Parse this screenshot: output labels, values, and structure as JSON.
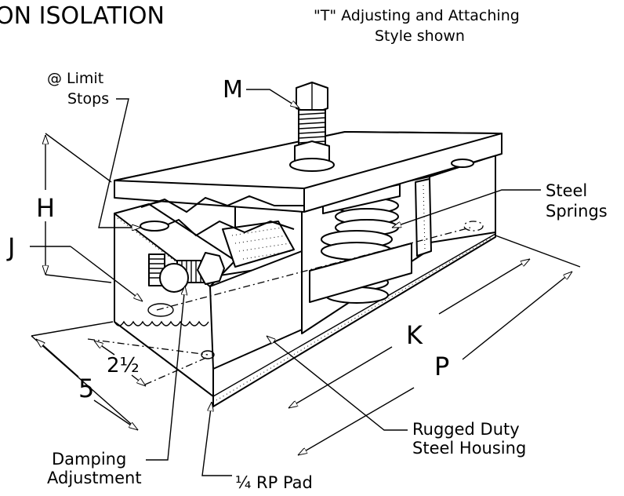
{
  "header": {
    "title": "ON ISOLATION",
    "style_note_line1": "\"T\" Adjusting and Attaching",
    "style_note_line2": "Style shown"
  },
  "callouts": {
    "limit_stops_line1": "@ Limit",
    "limit_stops_line2": "Stops",
    "bolt": "M",
    "steel_springs_line1": "Steel",
    "steel_springs_line2": "Springs",
    "housing_line1": "Rugged Duty",
    "housing_line2": "Steel Housing",
    "damping_line1": "Damping",
    "damping_line2": "Adjustment",
    "rp_pad": "¼ RP Pad"
  },
  "dimensions": {
    "height": "H",
    "j": "J",
    "k": "K",
    "p": "P",
    "width": "5",
    "hole_spacing": "2½"
  }
}
